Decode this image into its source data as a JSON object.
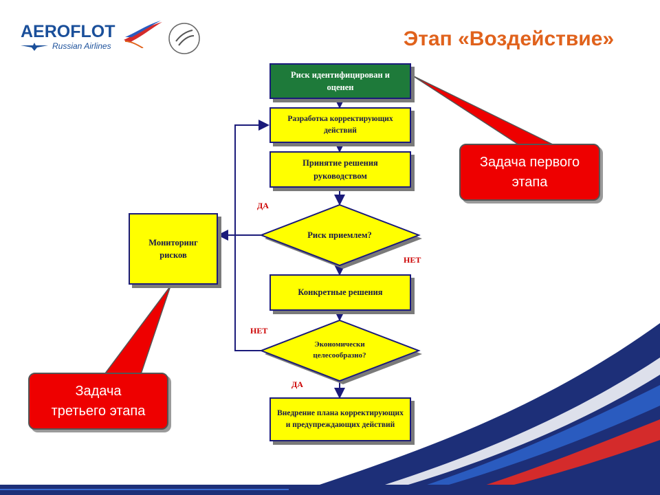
{
  "header": {
    "logo_text": "AEROFLOT",
    "logo_sub": "Russian Airlines",
    "alliance_logo": "skyteam-logo",
    "title": "Этап «Воздействие»"
  },
  "flow": {
    "step1": "Риск идентифицирован и оценен",
    "step2": "Разработка корректирующих действий",
    "step3": "Принятие решения руководством",
    "decision1": "Риск приемлем?",
    "step4": "Конкретные решения",
    "decision2": "Экономически целесообразно?",
    "step5": "Внедрение плана корректирующих и предупреждающих действий",
    "monitoring": "Мониторинг рисков",
    "label_yes_1": "ДА",
    "label_no_1": "НЕТ",
    "label_no_2": "НЕТ",
    "label_yes_2": "ДА"
  },
  "callouts": {
    "first": "Задача первого этапа",
    "third": "Задача третьего этапа"
  },
  "colors": {
    "box_fill": "#ffff00",
    "start_fill": "#1e7a3a",
    "callout_fill": "#ee0000",
    "arrow": "#1a1a7a",
    "title": "#e0621c",
    "brand_blue": "#1a4f9a"
  }
}
